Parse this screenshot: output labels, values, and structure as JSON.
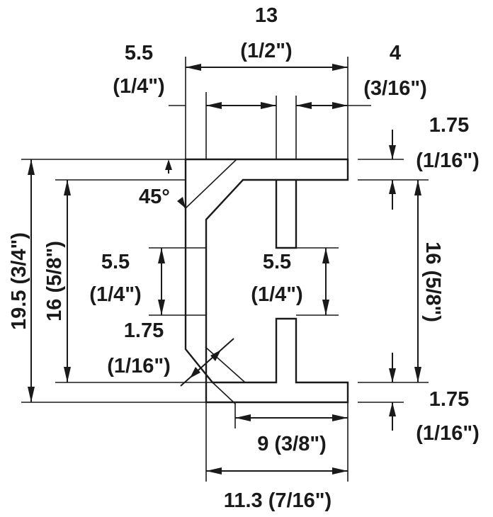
{
  "dimensions": {
    "top_13": {
      "value": "13",
      "imperial": "(1/2\")"
    },
    "left_5_5": {
      "value": "5.5",
      "imperial": "(1/4\")"
    },
    "right_4": {
      "value": "4",
      "imperial": "(3/16\")"
    },
    "angle": {
      "value": "45°"
    },
    "right_top_1_75": {
      "value": "1.75",
      "imperial": "(1/16\")"
    },
    "right_16": {
      "value": "16 (5/8\")"
    },
    "right_bottom_1_75": {
      "value": "1.75",
      "imperial": "(1/16\")"
    },
    "left_19_5": {
      "value": "19.5 (3/4\")"
    },
    "left_16": {
      "value": "16 (5/8\")"
    },
    "inner_left_5_5": {
      "value": "5.5",
      "imperial": "(1/4\")"
    },
    "inner_right_5_5": {
      "value": "5.5",
      "imperial": "(1/4\")"
    },
    "wall_1_75": {
      "value": "1.75",
      "imperial": "(1/16\")"
    },
    "bottom_9": {
      "value": "9 (3/8\")"
    },
    "bottom_11_3": {
      "value": "11.3 (7/16\")"
    }
  }
}
